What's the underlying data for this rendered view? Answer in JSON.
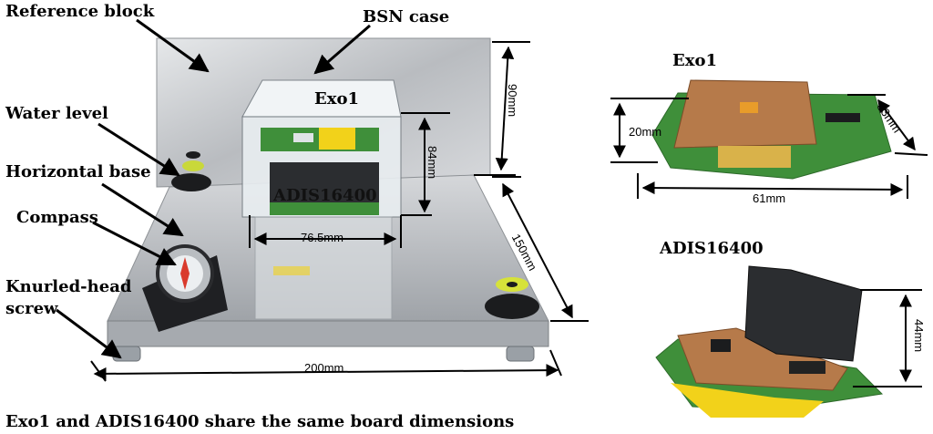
{
  "labels": {
    "reference_block": "Reference block",
    "bsn_case": "BSN case",
    "water_level": "Water level",
    "horizontal_base": "Horizontal base",
    "compass": "Compass",
    "knurled_head_screw_line1": "Knurled-head",
    "knurled_head_screw_line2": "screw",
    "exo1_on_case": "Exo1",
    "adis_on_case": "ADIS16400",
    "exo1_photo_title": "Exo1",
    "adis_photo_title": "ADIS16400"
  },
  "dimensions": {
    "block_height": "90mm",
    "case_height": "84mm",
    "case_width": "76.5mm",
    "base_depth": "150mm",
    "base_width": "200mm",
    "exo1_height": "20mm",
    "exo1_width": "61mm",
    "exo1_depth": "33mm",
    "adis_height": "44mm"
  },
  "caption": "Exo1 and ADIS16400 share the same board dimensions",
  "colors": {
    "aluminum": "#c9ccd0",
    "acrylic": "#e8eef2",
    "pcb_green": "#3f8f3a",
    "pcb_brown": "#b67a4a",
    "connector_yellow": "#f2d21a"
  }
}
